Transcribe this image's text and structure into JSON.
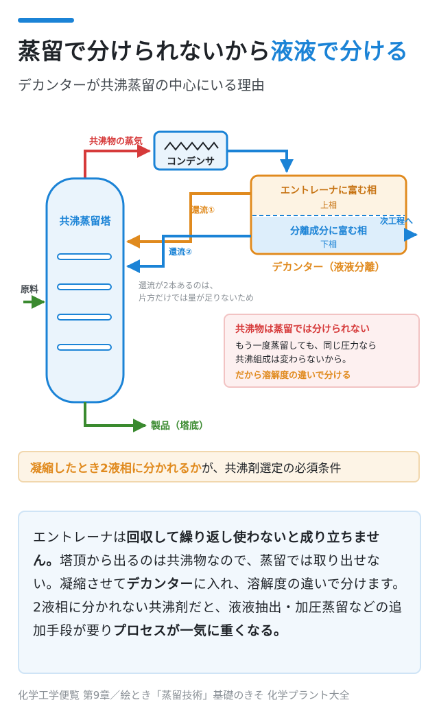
{
  "header": {
    "title_part1": "蒸留で分けられないから",
    "title_part2": "液液で分ける",
    "subtitle": "デカンターが共沸蒸留の中心にいる理由"
  },
  "diagram": {
    "column_label": "共沸蒸留塔",
    "vapor_label": "共沸物の蒸気",
    "condenser_label": "コンデンサ",
    "decanter": {
      "upper_title": "エントレーナに富む相",
      "upper_sub": "上相",
      "lower_title": "分離成分に富む相",
      "lower_sub": "下相",
      "caption": "デカンター（液液分離）"
    },
    "next_step_label": "次工程へ",
    "reflux1_label": "還流①",
    "reflux2_label": "還流②",
    "reflux_note_line1": "還流が2本あるのは、",
    "reflux_note_line2": "片方だけでは量が足りないため",
    "feed_label": "原料",
    "product_label": "製品（塔底）",
    "callout": {
      "title": "共沸物は蒸留では分けられない",
      "line1": "もう一度蒸留しても、同じ圧力なら",
      "line2": "共沸組成は変わらないから。",
      "line3": "だから溶解度の違いで分ける"
    }
  },
  "note": {
    "strong": "凝縮したとき2液相に分かれるか",
    "rest": "が、共沸剤選定の必須条件"
  },
  "explanation": {
    "p1": "エントレーナは",
    "b1": "回収して繰り返し使わないと成り立ちません。",
    "p2": "塔頂から出るのは共沸物なので、蒸留では取り出せない。凝縮させて",
    "b2": "デカンター",
    "p3": "に入れ、溶解度の違いで分けます。 2液相に分かれない共沸剤だと、液液抽出・加圧蒸留などの追加手段が要り",
    "b3": "プロセスが一気に重くなる。"
  },
  "footer": {
    "source": "化学工学便覧 第9章／絵とき「蒸留技術」基礎のきそ  化学プラント大全"
  },
  "colors": {
    "accent_blue": "#1b83d6",
    "vapor_red": "#d63a3a",
    "reflux_orange": "#e08a1e",
    "product_green": "#3a8a2f"
  }
}
